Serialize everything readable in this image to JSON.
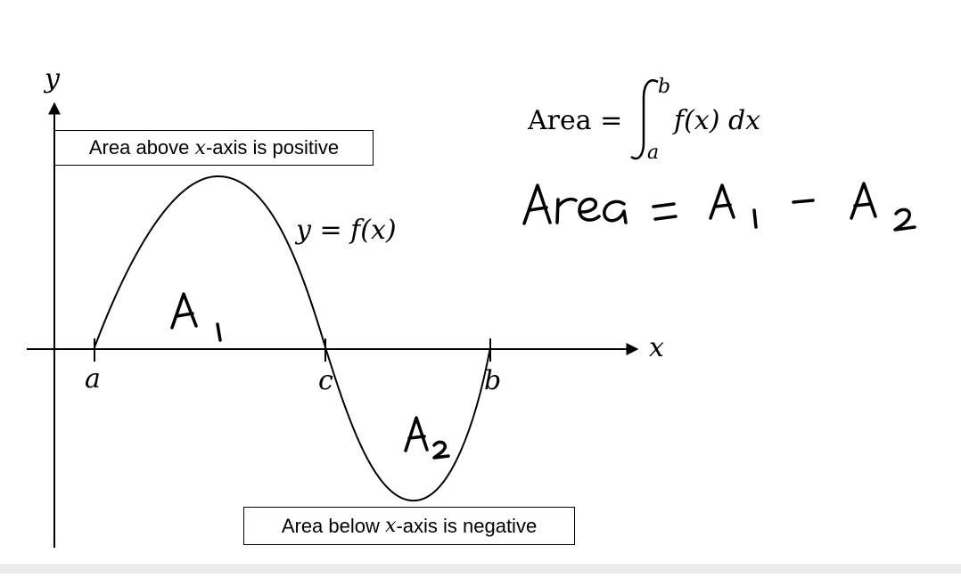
{
  "axes": {
    "y_label": "y",
    "x_label": "x"
  },
  "curve": {
    "label": "y = f(x)"
  },
  "ticks": {
    "a": "a",
    "c": "c",
    "b": "b"
  },
  "boxes": {
    "above": {
      "pre": "Area above ",
      "var": "x",
      "post": "-axis is positive"
    },
    "below": {
      "pre": "Area below ",
      "var": "x",
      "post": "-axis is negative"
    }
  },
  "formula": {
    "lhs": "Area =",
    "upper_limit": "b",
    "lower_limit": "a",
    "integrand": "f(x) dx"
  },
  "handwritten": {
    "region_1": "A1",
    "region_2": "A2",
    "equation": "Area = A1 - A2"
  }
}
